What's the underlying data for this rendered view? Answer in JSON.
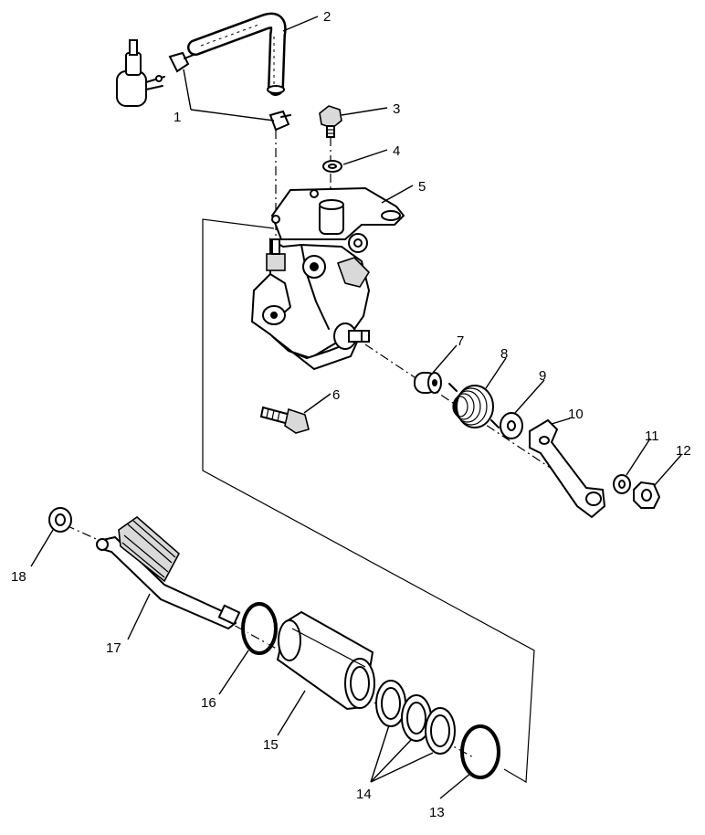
{
  "callouts": [
    {
      "id": "1",
      "label": "1"
    },
    {
      "id": "2",
      "label": "2"
    },
    {
      "id": "3",
      "label": "3"
    },
    {
      "id": "4",
      "label": "4"
    },
    {
      "id": "5",
      "label": "5"
    },
    {
      "id": "6",
      "label": "6"
    },
    {
      "id": "7",
      "label": "7"
    },
    {
      "id": "8",
      "label": "8"
    },
    {
      "id": "9",
      "label": "9"
    },
    {
      "id": "10",
      "label": "10"
    },
    {
      "id": "11",
      "label": "11"
    },
    {
      "id": "12",
      "label": "12"
    },
    {
      "id": "13",
      "label": "13"
    },
    {
      "id": "14",
      "label": "14"
    },
    {
      "id": "15",
      "label": "15"
    },
    {
      "id": "16",
      "label": "16"
    },
    {
      "id": "17",
      "label": "17"
    },
    {
      "id": "18",
      "label": "18"
    }
  ]
}
